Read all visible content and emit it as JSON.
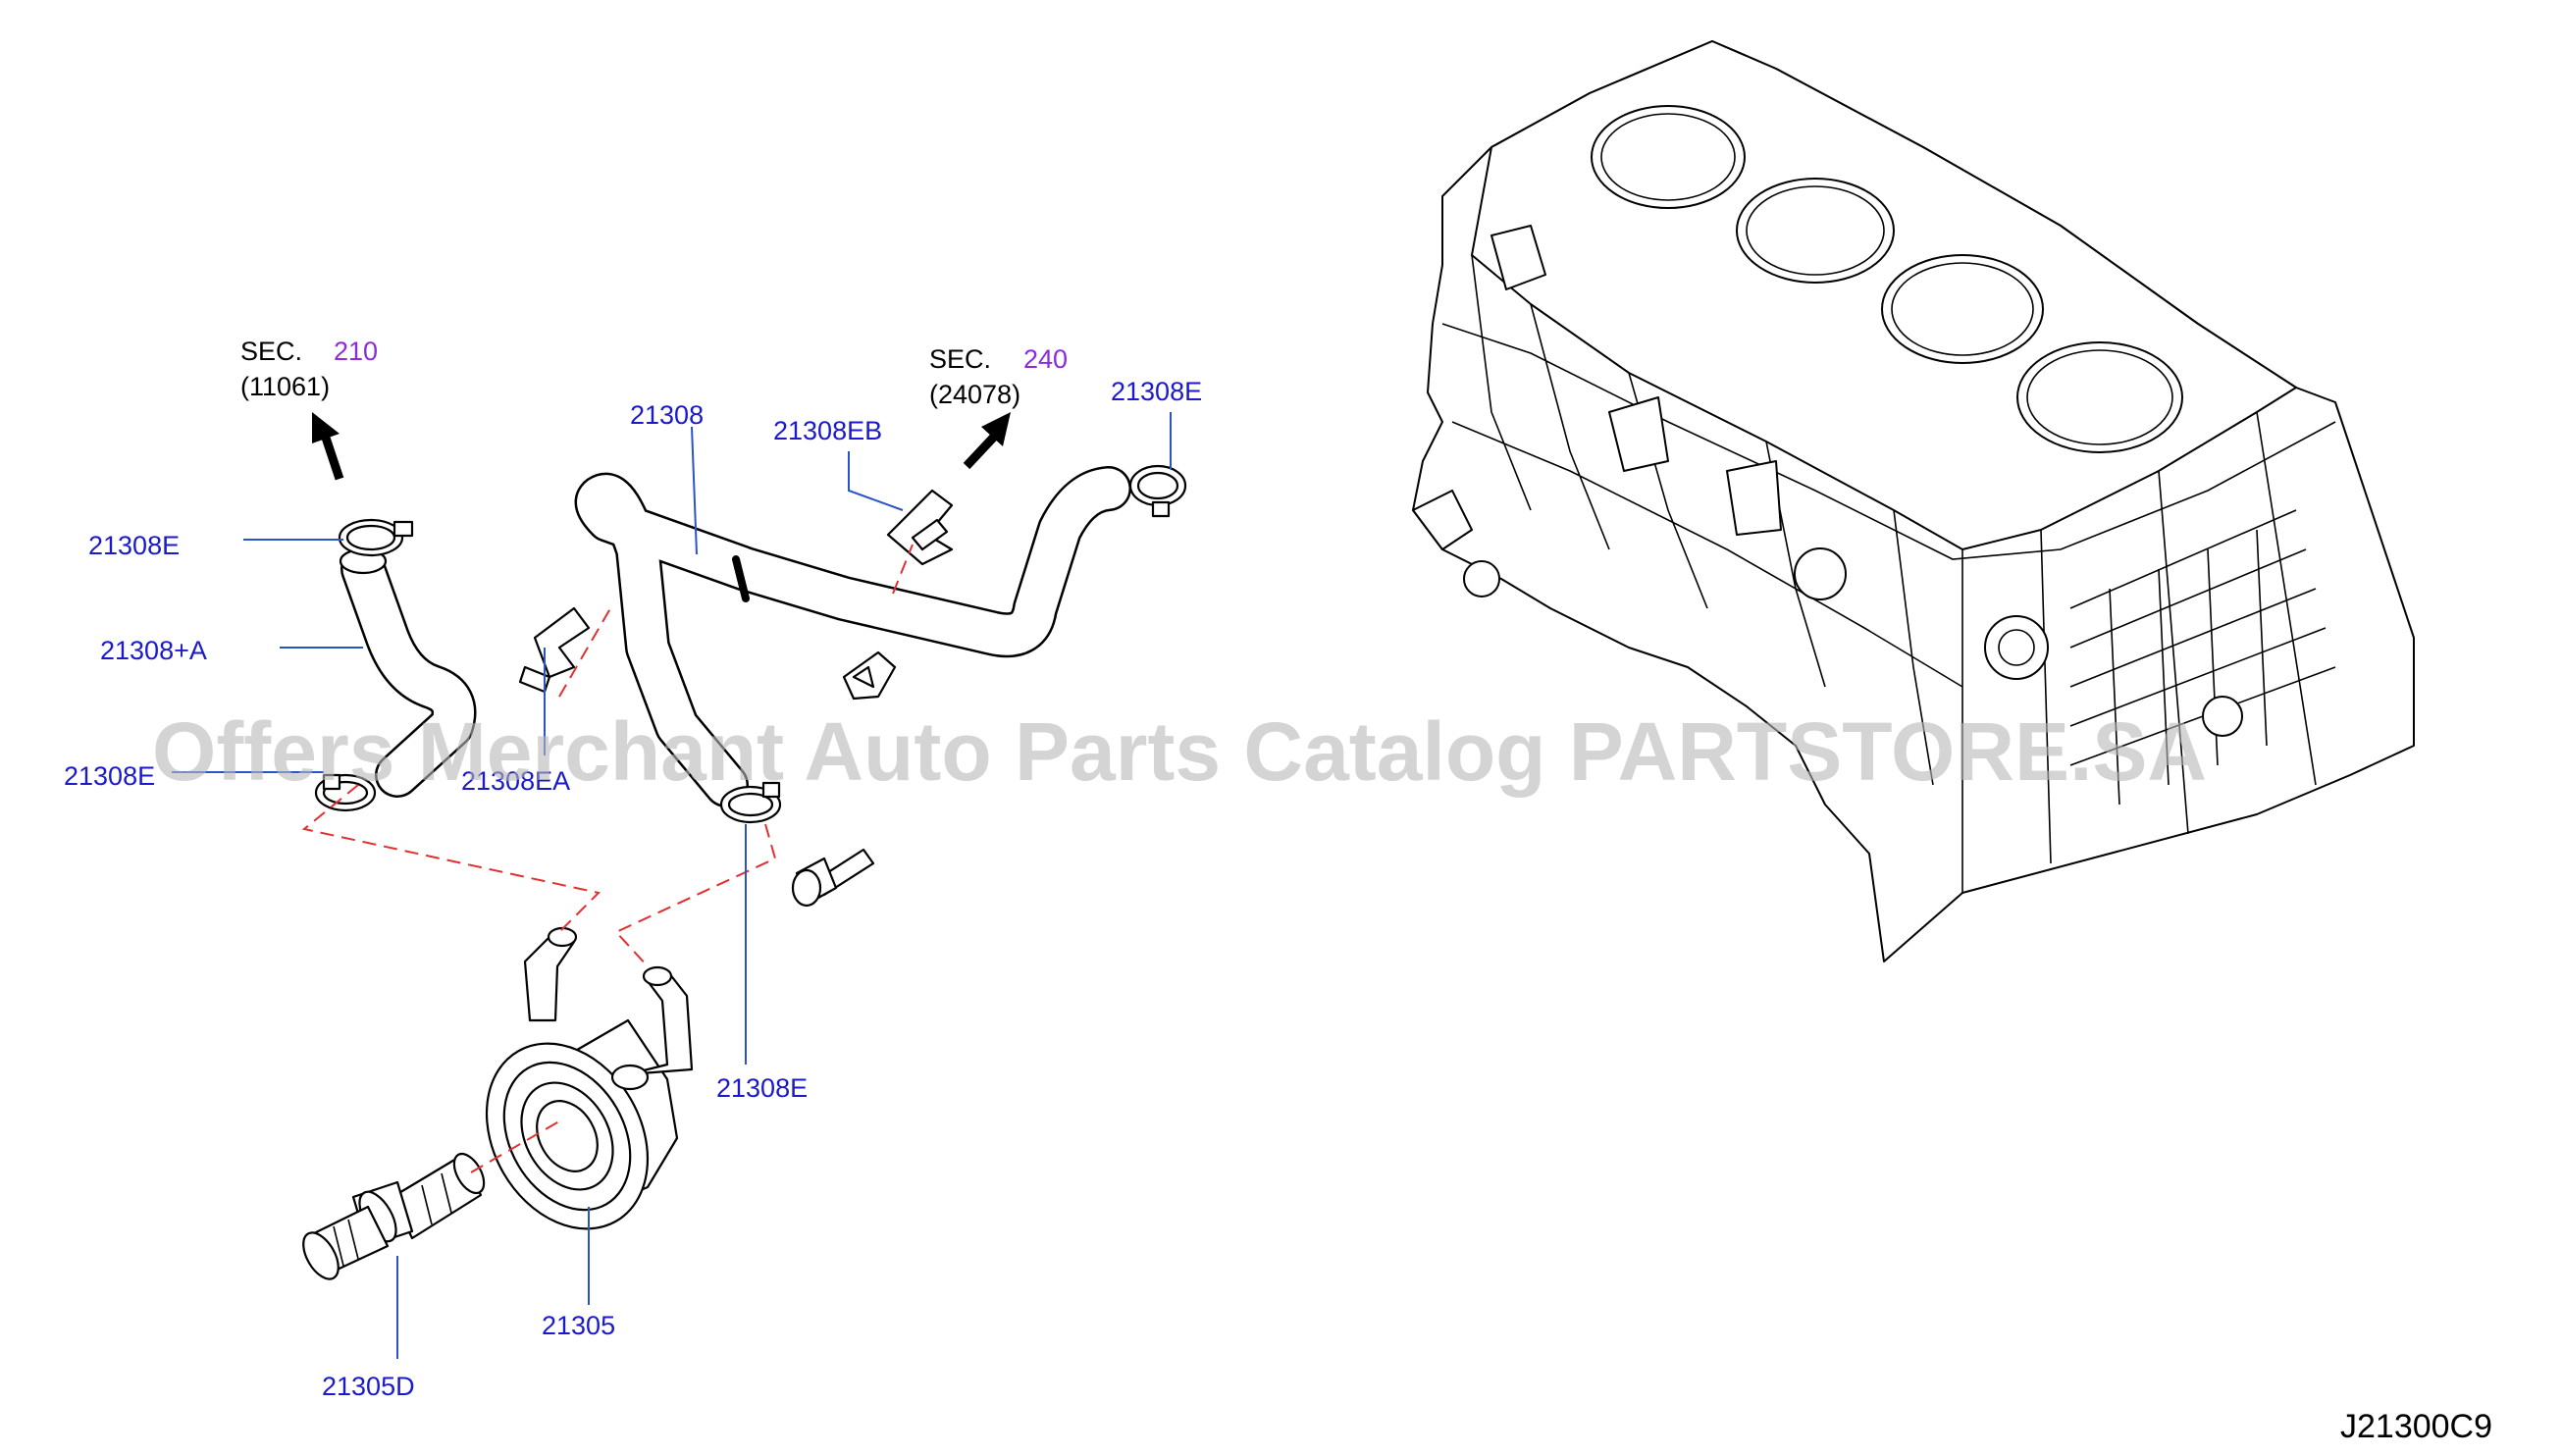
{
  "diagram_id": "J21300C9",
  "watermark": "Offers Merchant Auto Parts Catalog PARTSTORE.SA",
  "section_refs": [
    {
      "prefix": "SEC.",
      "number": "210",
      "code": "(11061)"
    },
    {
      "prefix": "SEC.",
      "number": "240",
      "code": "(24078)"
    }
  ],
  "part_labels": {
    "hose_clamp_upper_left": "21308E",
    "hose_a": "21308+A",
    "hose_clamp_lower_left": "21308E",
    "clip_ea": "21308EA",
    "hose_main": "21308",
    "clip_eb": "21308EB",
    "hose_clamp_right": "21308E",
    "hose_clamp_lower_mid": "21308E",
    "oil_cooler": "21305",
    "connector_bolt": "21305D"
  },
  "colors": {
    "label": "#1a1acc",
    "leader": "#2a55c8",
    "section_number": "#8a2be2",
    "dashed_link": "#e23030"
  }
}
